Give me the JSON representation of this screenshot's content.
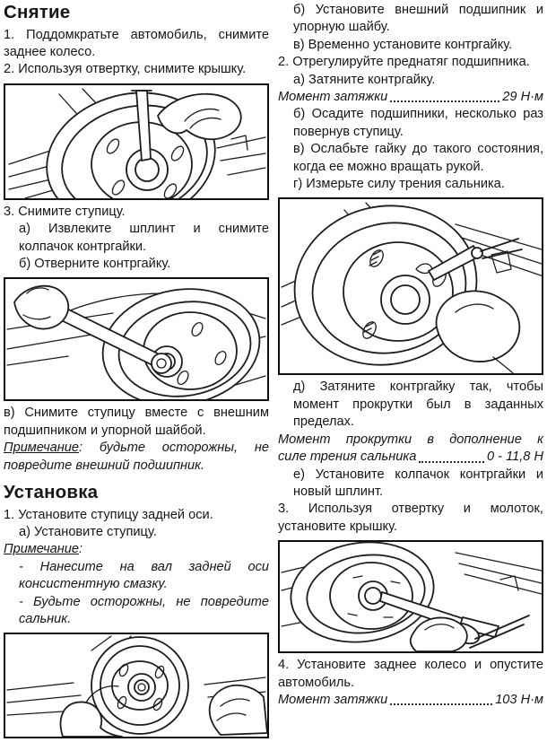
{
  "colors": {
    "ink": "#161616",
    "paper": "#ffffff",
    "figure_border": "#111111"
  },
  "left": {
    "removal_heading": "Снятие",
    "step1": "1. Поддомкратьте автомобиль, снимите заднее колесо.",
    "step2": "2. Используя отвертку, снимите крышку.",
    "step3": "3. Снимите ступицу.",
    "step3a": "а) Извлеките шплинт и снимите колпачок контргайки.",
    "step3b": "б) Отверните контргайку.",
    "step3c": "в) Снимите ступицу вместе с внешним подшипником и упорной шайбой.",
    "note1_label": "Примечание",
    "note1_rest": ": будьте осторожны, не повредите внешний подшипник.",
    "install_heading": "Установка",
    "inst1": "1. Установите ступицу задней оси.",
    "inst1a": "а) Установите ступицу.",
    "note2_label": "Примечание",
    "note2_colon": ":",
    "note2_item1": "- Нанесите на вал задней оси консистентную смазку.",
    "note2_item2": "- Будьте осторожны, не повредите сальник."
  },
  "right": {
    "stepB": "б) Установите внешний подшипник и упорную шайбу.",
    "stepV": "в) Временно установите контргайку.",
    "step2": "2. Отрегулируйте преднатяг подшипника.",
    "step2a": "а) Затяните контргайку.",
    "torque1_label": "Момент затяжки",
    "torque1_value": "29 Н·м",
    "step2b": "б) Осадите подшипники, несколько раз повернув ступицу.",
    "step2c": "в) Ослабьте гайку до такого состояния, когда ее можно вращать рукой.",
    "step2d": "г) Измерьте силу трения сальника.",
    "step2e": "д) Затяните контргайку так, чтобы момент прокрутки был в заданных пределах.",
    "spin_line1": "Момент прокрутки в дополнение к",
    "spin_label2": "силе трения сальника",
    "spin_value": "0 - 11,8 Н",
    "step2f": "е) Установите колпачок контргайки и новый шплинт.",
    "step3": "3. Используя отвертку и молоток, установите крышку.",
    "step4": "4. Установите заднее колесо и опустите автомобиль.",
    "torque2_label": "Момент затяжки",
    "torque2_value": "103 Н·м"
  }
}
